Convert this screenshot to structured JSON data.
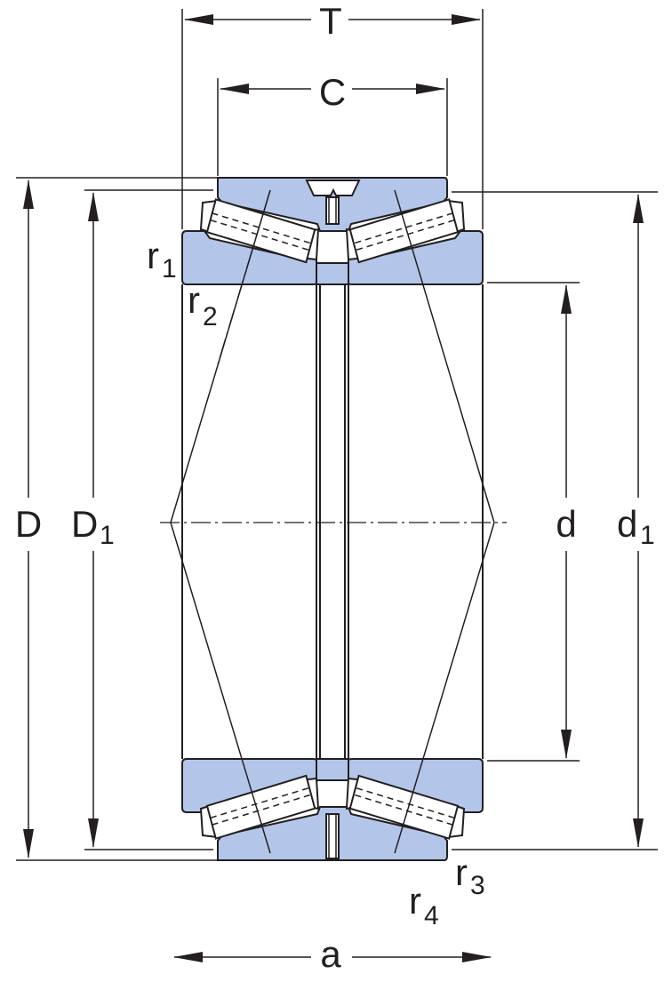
{
  "labels": {
    "T": "T",
    "C": "C",
    "D": "D",
    "D1_main": "D",
    "D1_sub": "1",
    "d": "d",
    "d1_main": "d",
    "d1_sub": "1",
    "a": "a",
    "r1_main": "r",
    "r1_sub": "1",
    "r2_main": "r",
    "r2_sub": "2",
    "r3_main": "r",
    "r3_sub": "3",
    "r4_main": "r",
    "r4_sub": "4"
  },
  "colors": {
    "ring_fill": "#b3c6ea",
    "line": "#231f20",
    "background": "#ffffff"
  }
}
